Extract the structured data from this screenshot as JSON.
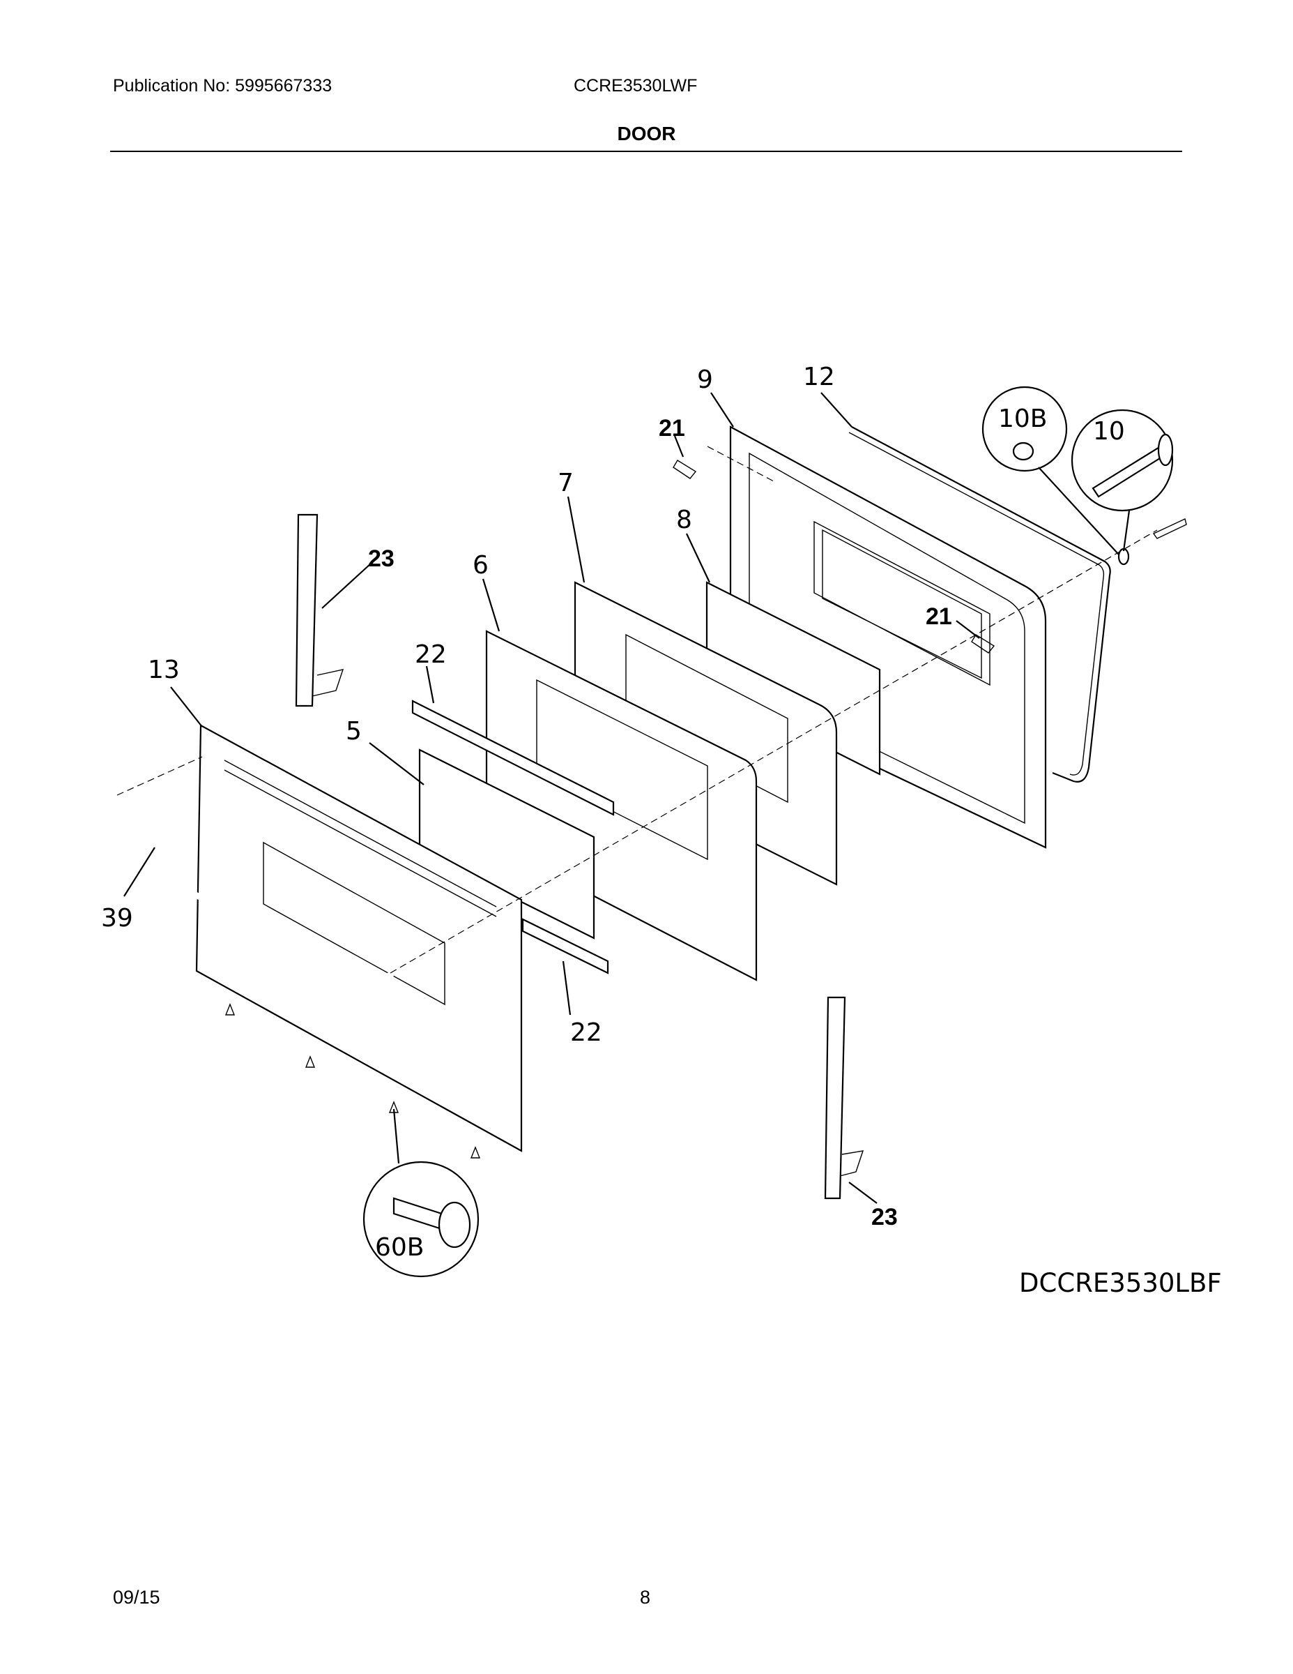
{
  "header": {
    "publication": "Publication No: 5995667333",
    "model": "CCRE3530LWF",
    "section": "DOOR"
  },
  "diagram": {
    "code": "DCCRE3530LBF",
    "callouts": {
      "c9": "9",
      "c12": "12",
      "c10b": "10B",
      "c10": "10",
      "c21a": "21",
      "c21b": "21",
      "c7": "7",
      "c8": "8",
      "c23a": "23",
      "c23b": "23",
      "c6": "6",
      "c22a": "22",
      "c22b": "22",
      "c13": "13",
      "c5": "5",
      "c39": "39",
      "c60b": "60B"
    }
  },
  "footer": {
    "date": "09/15",
    "page": "8"
  }
}
